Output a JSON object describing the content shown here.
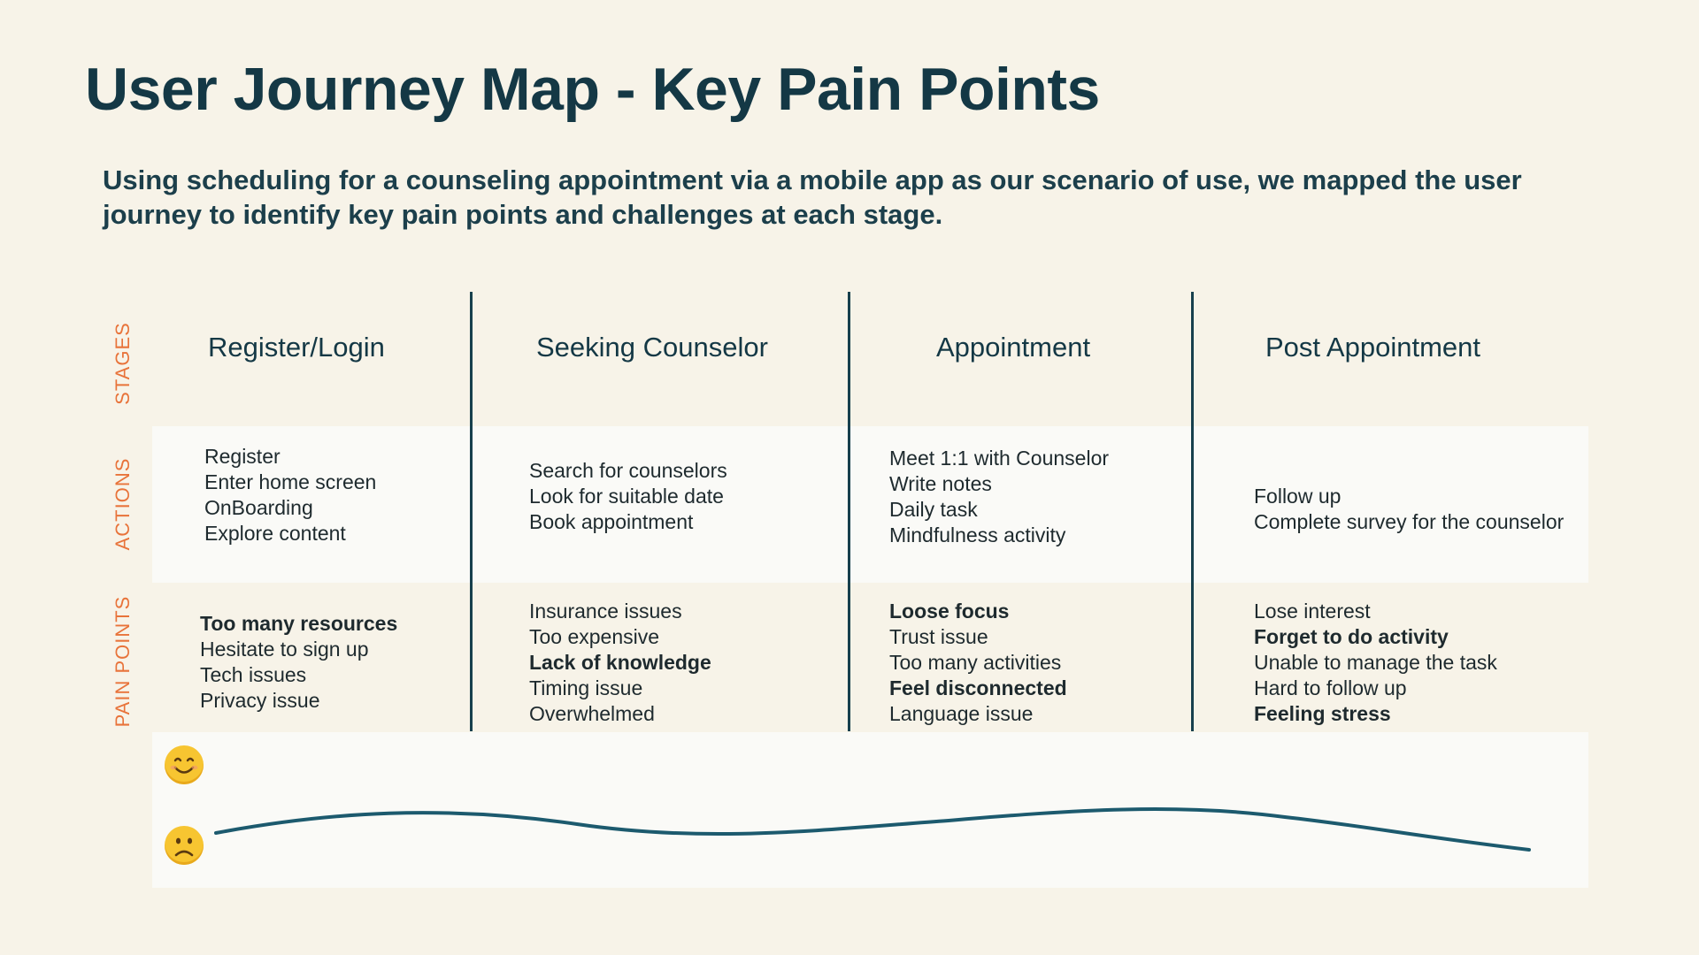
{
  "title": "User Journey Map - Key Pain Points",
  "subtitle": "Using scheduling for a counseling appointment via a mobile app as our scenario of use, we mapped the user journey to identify key pain points and challenges at each stage.",
  "row_labels": {
    "stages": "STAGES",
    "actions": "ACTIONS",
    "pain_points": "PAIN POINTS"
  },
  "stages": [
    {
      "name": "Register/Login",
      "actions": [
        {
          "text": "Register"
        },
        {
          "text": "Enter home screen"
        },
        {
          "text": "OnBoarding"
        },
        {
          "text": "Explore content"
        }
      ],
      "pain_points": [
        {
          "text": "Too many resources",
          "bold": true
        },
        {
          "text": "Hesitate to sign up",
          "bold": false
        },
        {
          "text": "Tech issues",
          "bold": false
        },
        {
          "text": "Privacy issue",
          "bold": false
        }
      ]
    },
    {
      "name": "Seeking Counselor",
      "actions": [
        {
          "text": "Search for counselors"
        },
        {
          "text": "Look for suitable date"
        },
        {
          "text": "Book appointment"
        }
      ],
      "pain_points": [
        {
          "text": "Insurance issues",
          "bold": false
        },
        {
          "text": "Too expensive",
          "bold": false
        },
        {
          "text": "Lack of knowledge",
          "bold": true
        },
        {
          "text": "Timing issue",
          "bold": false
        },
        {
          "text": "Overwhelmed",
          "bold": false
        }
      ]
    },
    {
      "name": "Appointment",
      "actions": [
        {
          "text": "Meet 1:1 with Counselor"
        },
        {
          "text": "Write notes"
        },
        {
          "text": "Daily task"
        },
        {
          "text": "Mindfulness activity"
        }
      ],
      "pain_points": [
        {
          "text": "Loose focus",
          "bold": true
        },
        {
          "text": "Trust issue",
          "bold": false
        },
        {
          "text": "Too many activities",
          "bold": false
        },
        {
          "text": "Feel disconnected",
          "bold": true
        },
        {
          "text": "Language issue",
          "bold": false
        }
      ]
    },
    {
      "name": "Post Appointment",
      "actions": [
        {
          "text": "Follow up"
        },
        {
          "text": "Complete survey for the counselor"
        }
      ],
      "pain_points": [
        {
          "text": "Lose interest",
          "bold": false
        },
        {
          "text": "Forget to do activity",
          "bold": true
        },
        {
          "text": "Unable to manage the task",
          "bold": false
        },
        {
          "text": "Hard to follow up",
          "bold": false
        },
        {
          "text": "Feeling stress",
          "bold": true
        }
      ]
    }
  ],
  "emotion_scale": {
    "top_icon": "smiling-face-icon",
    "bottom_icon": "sad-face-icon"
  },
  "colors": {
    "background": "#f7f3e8",
    "title": "#143845",
    "accent_label": "#e8733a",
    "divider": "#17404d",
    "curve": "#1c5a6e",
    "band": "#fafaf7"
  }
}
